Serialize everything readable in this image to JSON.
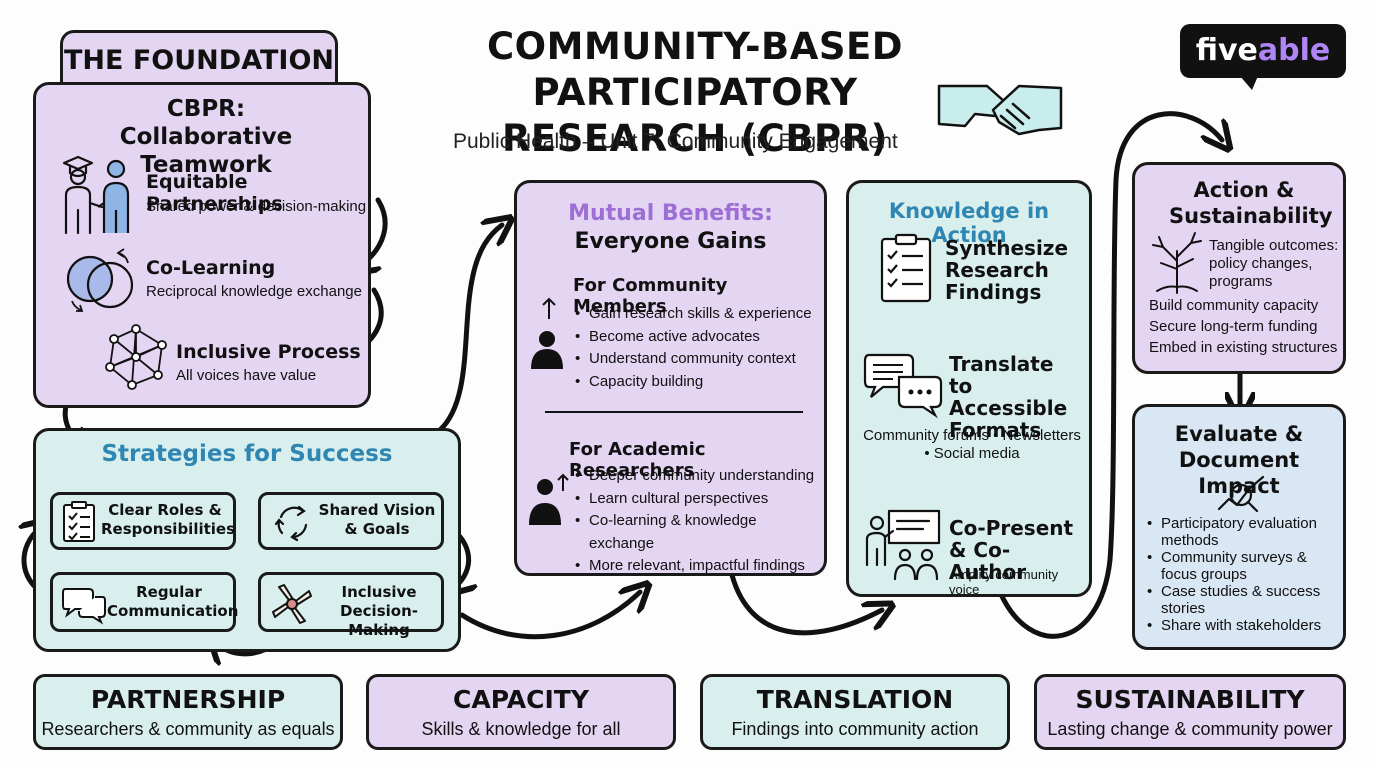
{
  "header": {
    "title_line1": "COMMUNITY-BASED PARTICIPATORY",
    "title_line2": "RESEARCH (CBPR)",
    "subtitle": "Public Health – Unit 7: Community Engagement",
    "brand_prefix": "five",
    "brand_suffix": "able"
  },
  "foundation": {
    "tab": "THE FOUNDATION",
    "title": "CBPR: Collaborative Teamwork",
    "items": [
      {
        "title": "Equitable Partnerships",
        "desc": "Shared power & decision-making",
        "icon": "partnership-icon"
      },
      {
        "title": "Co-Learning",
        "desc": "Reciprocal knowledge exchange",
        "icon": "venn-icon"
      },
      {
        "title": "Inclusive Process",
        "desc": "All voices have value",
        "icon": "network-icon"
      }
    ]
  },
  "strategies": {
    "title": "Strategies for Success",
    "items": [
      {
        "label": "Clear Roles & Responsibilities",
        "icon": "checklist-icon"
      },
      {
        "label": "Shared Vision & Goals",
        "icon": "cycle-icon"
      },
      {
        "label": "Regular Communication",
        "icon": "chat-icon"
      },
      {
        "label": "Inclusive Decision-Making",
        "icon": "hands-icon"
      }
    ]
  },
  "benefits": {
    "title1": "Mutual Benefits:",
    "title2": "Everyone Gains",
    "community": {
      "heading": "For Community Members",
      "items": [
        "Gain research skills & experience",
        "Become active advocates",
        "Understand community context",
        "Capacity building"
      ]
    },
    "academic": {
      "heading": "For Academic Researchers",
      "items": [
        "Deeper community understanding",
        "Learn cultural perspectives",
        "Co-learning & knowledge exchange",
        "More relevant, impactful findings"
      ]
    }
  },
  "knowledge": {
    "title": "Knowledge in Action",
    "steps": [
      {
        "title": "Synthesize Research Findings",
        "icon": "clipboard-icon"
      },
      {
        "title": "Translate to Accessible Formats",
        "desc": "Community forums • Newsletters • Social media",
        "icon": "speech-bubbles-icon"
      },
      {
        "title": "Co-Present & Co-Author",
        "desc": "Amplify community voice",
        "icon": "presenter-icon"
      }
    ]
  },
  "action": {
    "title": "Action & Sustainability",
    "outcomes": "Tangible outcomes: policy changes, programs",
    "items": [
      "Build community capacity",
      "Secure long-term funding",
      "Embed in existing structures"
    ]
  },
  "evaluate": {
    "title": "Evaluate & Document Impact",
    "items": [
      "Participatory evaluation methods",
      "Community surveys & focus groups",
      "Case studies & success stories",
      "Share with stakeholders"
    ]
  },
  "pillars": [
    {
      "title": "PARTNERSHIP",
      "desc": "Researchers & community as equals"
    },
    {
      "title": "CAPACITY",
      "desc": "Skills & knowledge for all"
    },
    {
      "title": "TRANSLATION",
      "desc": "Findings into community action"
    },
    {
      "title": "SUSTAINABILITY",
      "desc": "Lasting change & community power"
    }
  ],
  "colors": {
    "purple": "#e4d6f3",
    "teal": "#d8efee",
    "blue": "#d9e6f3",
    "accent_purple": "#9d6fd6",
    "accent_teal": "#2f86b3",
    "brand_purple": "#b085f5"
  }
}
